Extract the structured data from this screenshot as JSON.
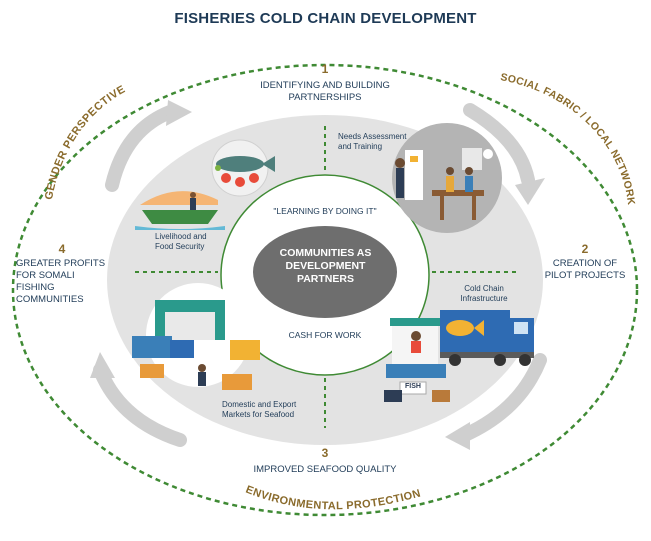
{
  "title": "FISHERIES COLD CHAIN DEVELOPMENT",
  "outer_labels": {
    "left": "GENDER PERSPECTIVE",
    "right": "SOCIAL FABRIC / LOCAL NETWORKS",
    "bottom": "ENVIRONMENTAL PROTECTION"
  },
  "steps": [
    {
      "number": "1",
      "label_line1": "IDENTIFYING AND BUILDING",
      "label_line2": "PARTNERSHIPS"
    },
    {
      "number": "2",
      "label_line1": "CREATION OF",
      "label_line2": "PILOT PROJECTS"
    },
    {
      "number": "3",
      "label_line1": "IMPROVED SEAFOOD QUALITY",
      "label_line2": ""
    },
    {
      "number": "4",
      "label_line1": "GREATER PROFITS",
      "label_line2": "FOR SOMALI",
      "label_line3": "FISHING",
      "label_line4": "COMMUNITIES"
    }
  ],
  "quadrants": {
    "needs_assessment_1": "Needs Assessment",
    "needs_assessment_2": "and Training",
    "cold_chain_1": "Cold Chain",
    "cold_chain_2": "Infrastructure",
    "markets_1": "Domestic and Export",
    "markets_2": "Markets for Seafood",
    "livelihood_1": "Livelihood and",
    "livelihood_2": "Food Security"
  },
  "inner_labels": {
    "top": "\"LEARNING BY DOING IT\"",
    "bottom": "CASH FOR WORK"
  },
  "center": {
    "line1": "COMMUNITIES AS",
    "line2": "DEVELOPMENT",
    "line3": "PARTNERS"
  },
  "truck_sign": "FISH",
  "colors": {
    "title": "#1e3a56",
    "accent_gold": "#8a6b2c",
    "dashed_green": "#3f8a34",
    "ring_grey": "#d9d9d9",
    "center_grey": "#6e6e6e"
  }
}
